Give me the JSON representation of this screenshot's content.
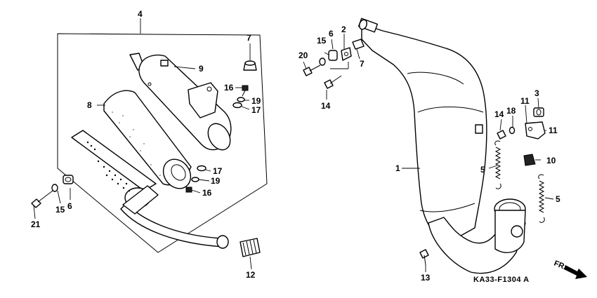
{
  "callouts": {
    "c1": "1",
    "c2": "2",
    "c3": "3",
    "c4": "4",
    "c5a": "5",
    "c5b": "5",
    "c6a": "6",
    "c6b": "6",
    "c7a": "7",
    "c7b": "7",
    "c8": "8",
    "c9": "9",
    "c10": "10",
    "c11a": "11",
    "c11b": "11",
    "c12": "12",
    "c13": "13",
    "c14a": "14",
    "c14b": "14",
    "c15a": "15",
    "c15b": "15",
    "c16a": "16",
    "c16b": "16",
    "c17a": "17",
    "c17b": "17",
    "c18": "18",
    "c19a": "19",
    "c19b": "19",
    "c20": "20",
    "c21": "21"
  },
  "diagram_code": "KA33-F1304 A",
  "direction_label": "FR."
}
